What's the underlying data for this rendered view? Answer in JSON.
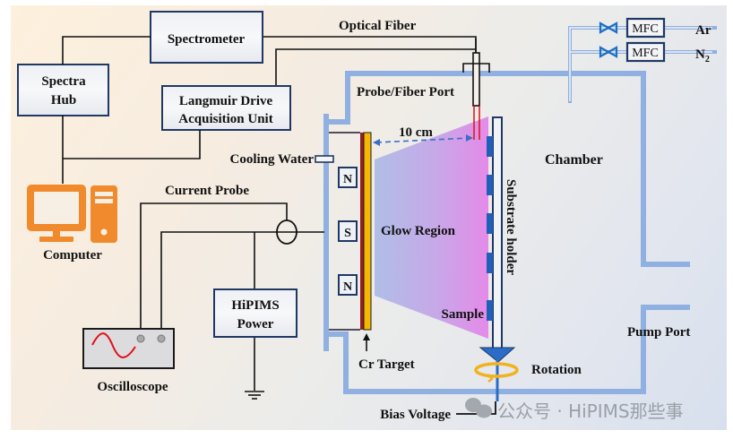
{
  "labels": {
    "spectrometer": "Spectrometer",
    "optical_fiber": "Optical Fiber",
    "spectra_hub_line1": "Spectra",
    "spectra_hub_line2": "Hub",
    "langmuir_line1": "Langmuir Drive",
    "langmuir_line2": "Acquisition Unit",
    "probe_fiber_port": "Probe/Fiber Port",
    "cooling_water": "Cooling Water",
    "distance": "10 cm",
    "chamber": "Chamber",
    "current_probe": "Current Probe",
    "computer": "Computer",
    "glow_region": "Glow Region",
    "substrate_holder": "Substrate holder",
    "sample": "Sample",
    "hipims_line1": "HiPIMS",
    "hipims_line2": "Power",
    "oscilloscope": "Oscilloscope",
    "cr_target": "Cr Target",
    "rotation": "Rotation",
    "pump_port": "Pump Port",
    "bias_voltage": "Bias Voltage",
    "magnet_top": "N",
    "magnet_mid": "S",
    "magnet_bottom": "N",
    "mfc_1": "MFC",
    "mfc_2": "MFC",
    "gas_1": "Ar",
    "gas_2_base": "N",
    "gas_2_sub": "2"
  },
  "watermark": {
    "text": "公众号 · HiPIMS那些事",
    "icon": "wechat-icon"
  },
  "icons": {
    "computer": "computer-icon",
    "oscilloscope_wave": "sine-wave-icon",
    "ground": "ground-icon",
    "valve": "valve-icon",
    "rotation": "rotation-arrow-icon"
  },
  "colors": {
    "chamber_wall": "#8fb0e0",
    "box_border": "#1f3864",
    "computer": "#f08a2c",
    "target_gold": "#f5b800",
    "target_backing": "#9b1c1c",
    "sample": "#2060b8",
    "glow_start": "#a9b9e6",
    "glow_end": "#e08ae6",
    "fiber_red": "#e01010",
    "valve_blue": "#1c6fc4",
    "wave_red": "#e0101a"
  }
}
